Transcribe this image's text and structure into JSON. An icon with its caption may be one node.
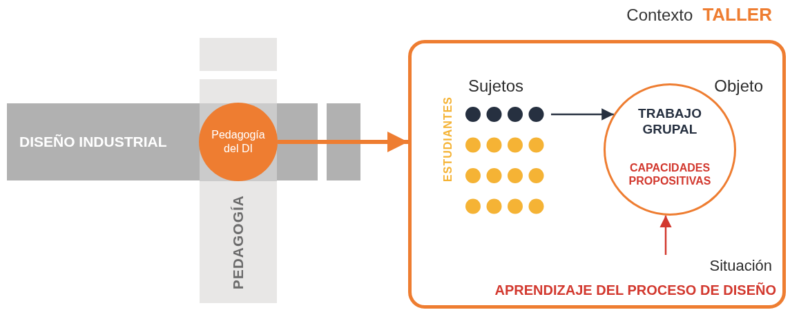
{
  "diagram": {
    "nodes": [
      {
        "text": [
          "DISEÑO INDUSTRIAL"
        ]
      },
      {
        "text": [
          "PEDAGOGÍA"
        ]
      },
      {
        "text": [
          "Pedagogía del DI"
        ]
      },
      {
        "text": [
          "Contexto",
          "TALLER"
        ]
      },
      {
        "text": [
          "Sujetos",
          "ESTUDIANTES"
        ],
        "in": 3
      },
      {
        "text": [
          "Objeto",
          "TRABAJO GRUPAL",
          "CAPACIDADES PROPOSITIVAS"
        ],
        "in": 3
      },
      {
        "text": [
          "Situación",
          "APRENDIZAJE DEL PROCESO DE DISEÑO"
        ],
        "in": 3
      }
    ],
    "edges": [
      {
        "from": 2,
        "to": 3,
        "arrow": "to",
        "color": "#ee7d31",
        "style": "thick"
      },
      {
        "from": 4,
        "to": 5,
        "arrow": "to",
        "color": "#263040"
      },
      {
        "from": 6,
        "to": 5,
        "arrow": "to",
        "color": "#d2382e"
      }
    ]
  }
}
